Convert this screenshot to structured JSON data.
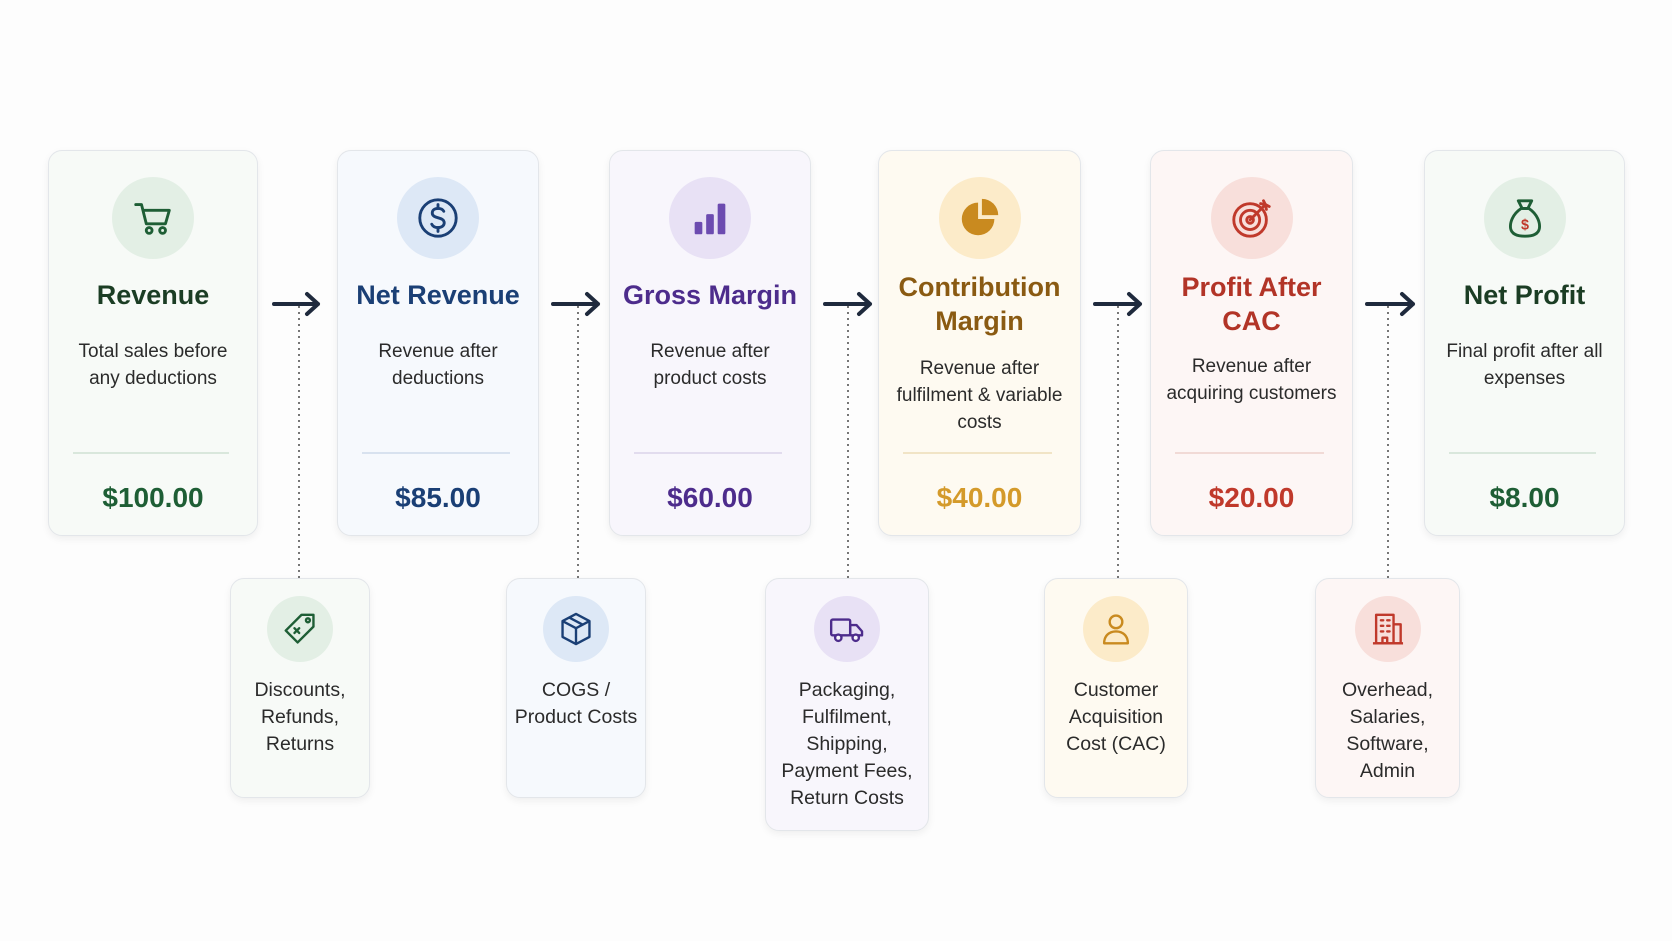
{
  "stages": [
    {
      "title": "Revenue",
      "description": "Total sales before any deductions",
      "value": "$100.00",
      "accent": "#1e5e35",
      "icon": "shopping-cart-icon"
    },
    {
      "title": "Net Revenue",
      "description": "Revenue after deductions",
      "value": "$85.00",
      "accent": "#1a3f75",
      "icon": "dollar-circle-icon"
    },
    {
      "title": "Gross Margin",
      "description": "Revenue after product costs",
      "value": "$60.00",
      "accent": "#4d2c8c",
      "icon": "bar-chart-icon"
    },
    {
      "title": "Contribution Margin",
      "description": "Revenue after fulfilment & variable costs",
      "value": "$40.00",
      "accent": "#8a5a12",
      "icon": "pie-chart-icon"
    },
    {
      "title": "Profit After CAC",
      "description": "Revenue after acquiring customers",
      "value": "$20.00",
      "accent": "#b23427",
      "icon": "target-icon"
    },
    {
      "title": "Net Profit",
      "description": "Final profit after all expenses",
      "value": "$8.00",
      "accent": "#1e5e35",
      "icon": "money-bag-icon"
    }
  ],
  "deductions": [
    {
      "label": "Discounts, Refunds, Returns",
      "icon": "price-tag-icon"
    },
    {
      "label": "COGS / Product Costs",
      "icon": "box-icon"
    },
    {
      "label": "Packaging, Fulfilment, Shipping, Payment Fees, Return Costs",
      "icon": "delivery-truck-icon"
    },
    {
      "label": "Customer Acquisition Cost (CAC)",
      "icon": "user-icon"
    },
    {
      "label": "Overhead, Salaries, Software, Admin",
      "icon": "office-building-icon"
    }
  ]
}
